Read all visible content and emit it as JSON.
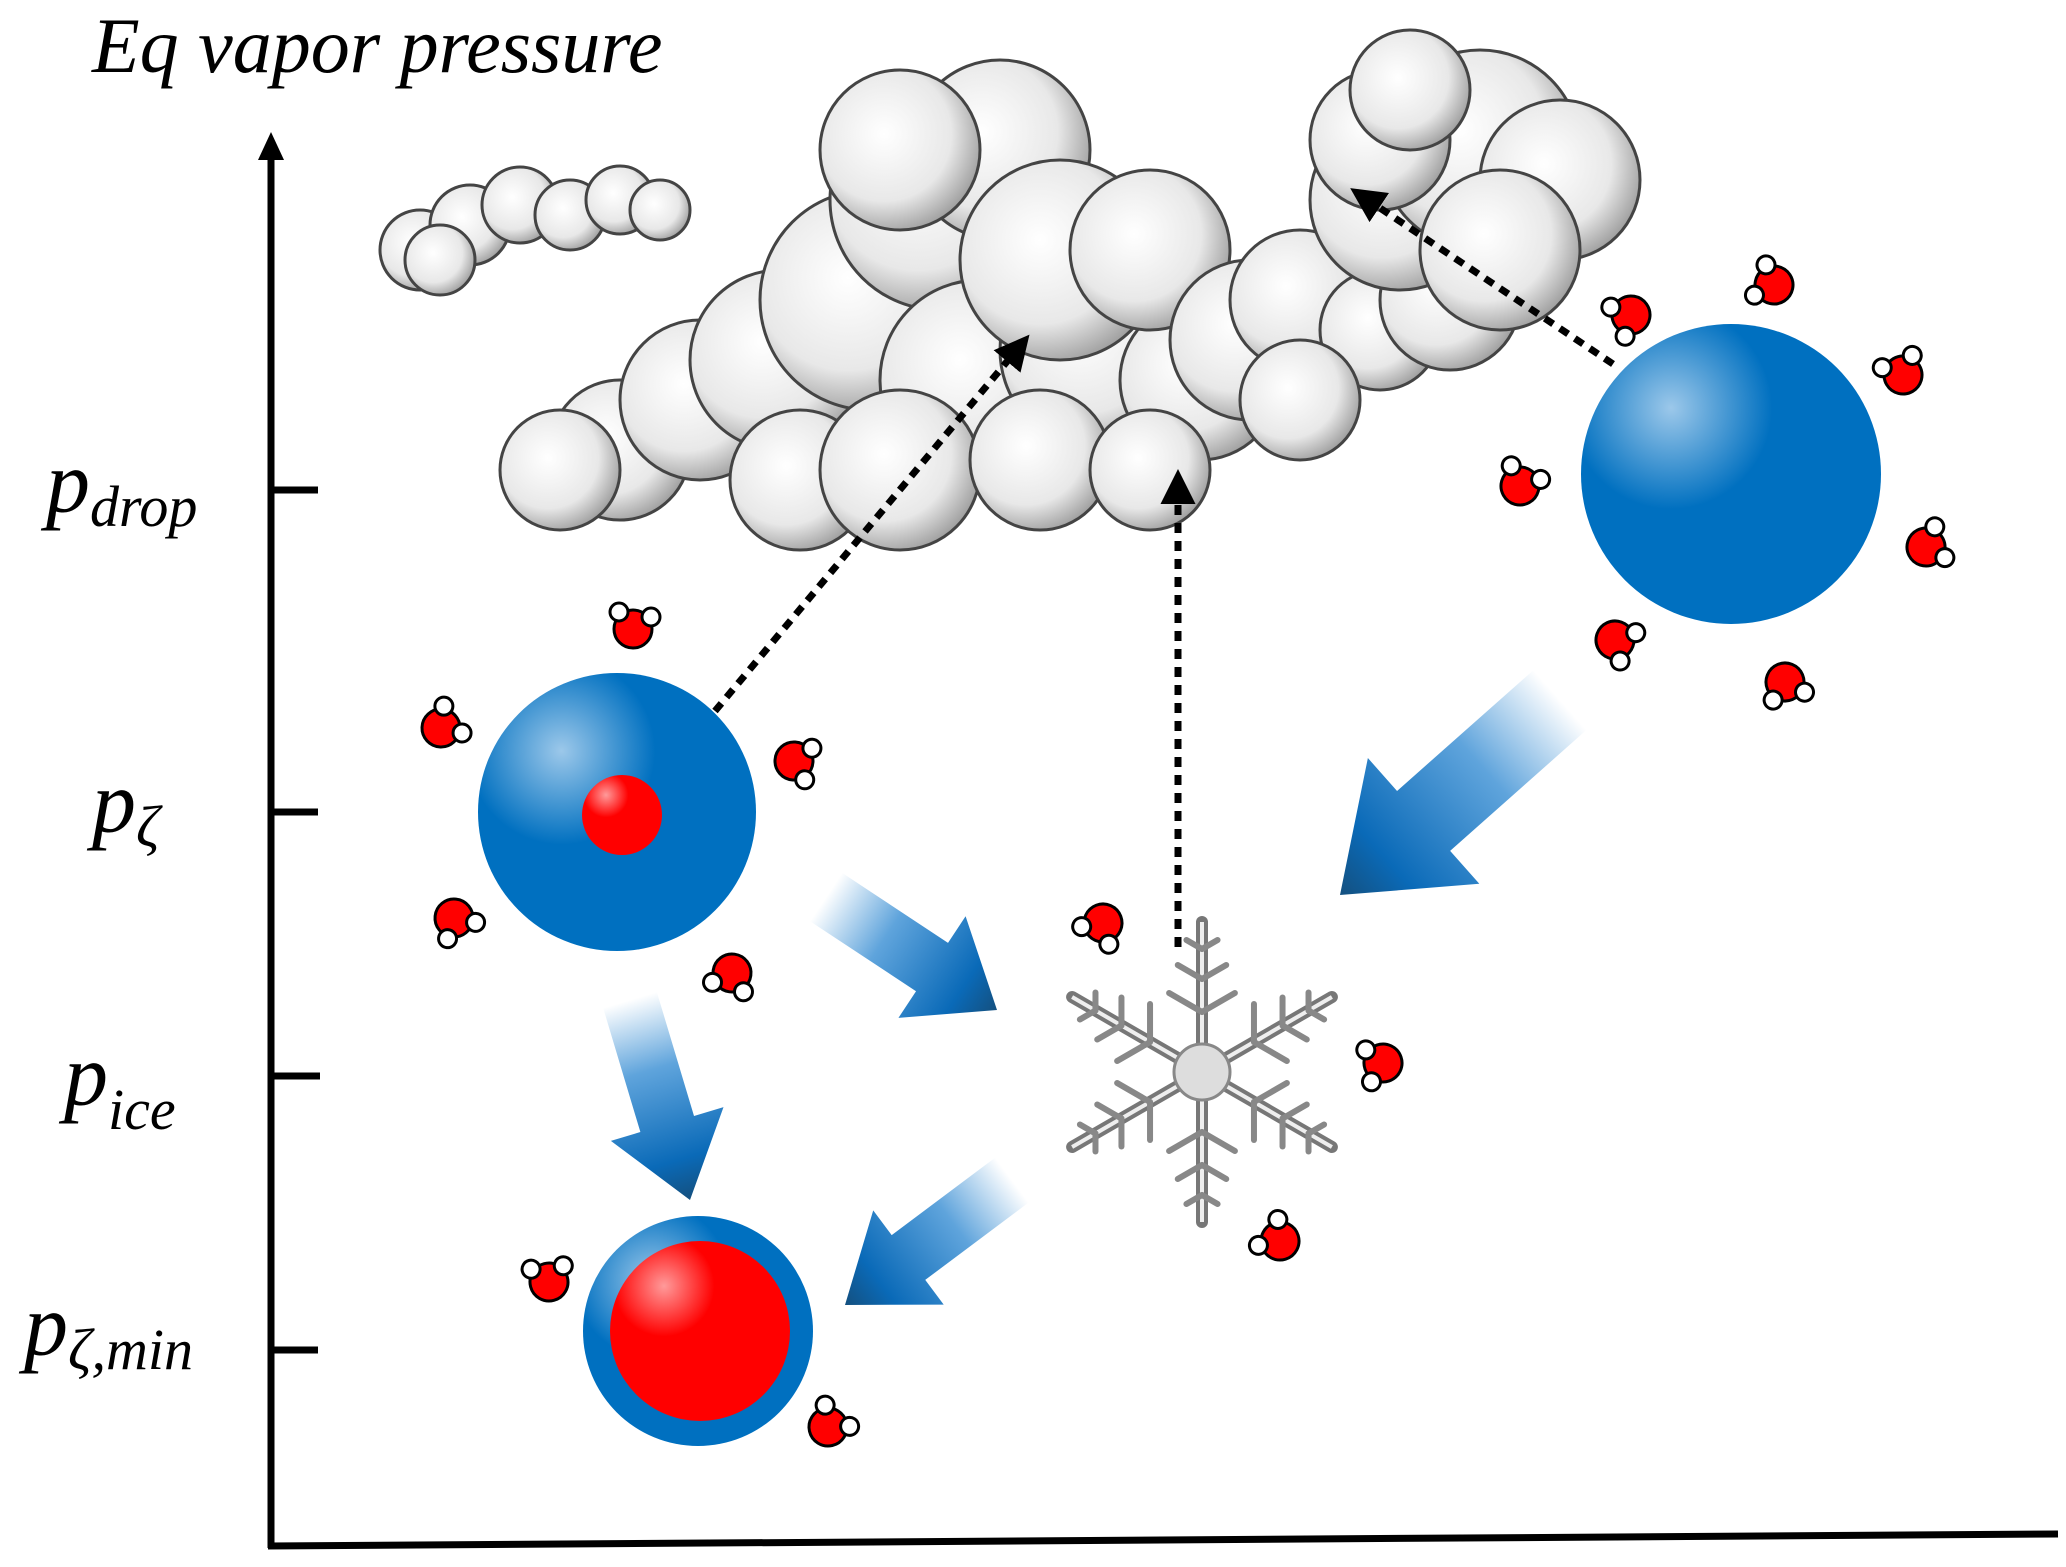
{
  "axis": {
    "title": "Eq vapor pressure",
    "ticks": [
      {
        "symbol": "p",
        "sub": "drop"
      },
      {
        "symbol": "p",
        "sub": "ζ"
      },
      {
        "symbol": "p",
        "sub": "ice"
      },
      {
        "symbol": "p",
        "sub": "ζ,min"
      }
    ]
  },
  "colors": {
    "drop_blue": "#0070C0",
    "core_red": "#FF0000",
    "axis": "#000000",
    "cloud_gray": "#8a8a8a"
  }
}
